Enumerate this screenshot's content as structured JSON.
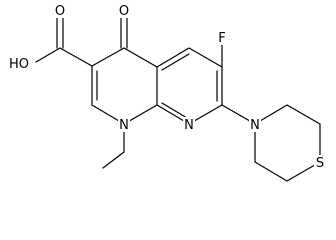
{
  "molecule": {
    "atoms": {
      "hydroxyl": "HO",
      "acid_carbonyl_oxygen": "O",
      "ketone_oxygen": "O",
      "fluorine": "F",
      "ring_nitrogen_1": "N",
      "ring_nitrogen_8": "N",
      "morpholine_nitrogen": "N",
      "thio_sulfur": "S"
    }
  }
}
